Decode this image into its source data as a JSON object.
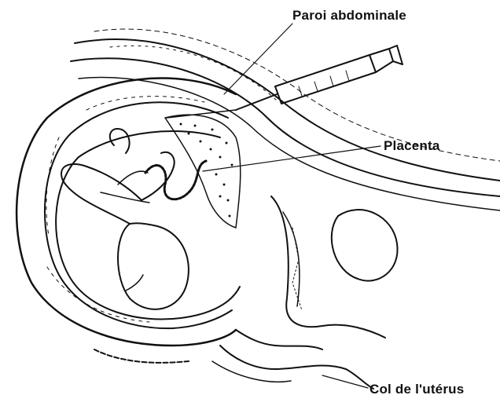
{
  "labels": {
    "abdominal_wall": "Paroi abdominale",
    "placenta": "Placenta",
    "cervix": "Col de l'utérus"
  },
  "colors": {
    "ink": "#111111",
    "background": "#ffffff"
  }
}
